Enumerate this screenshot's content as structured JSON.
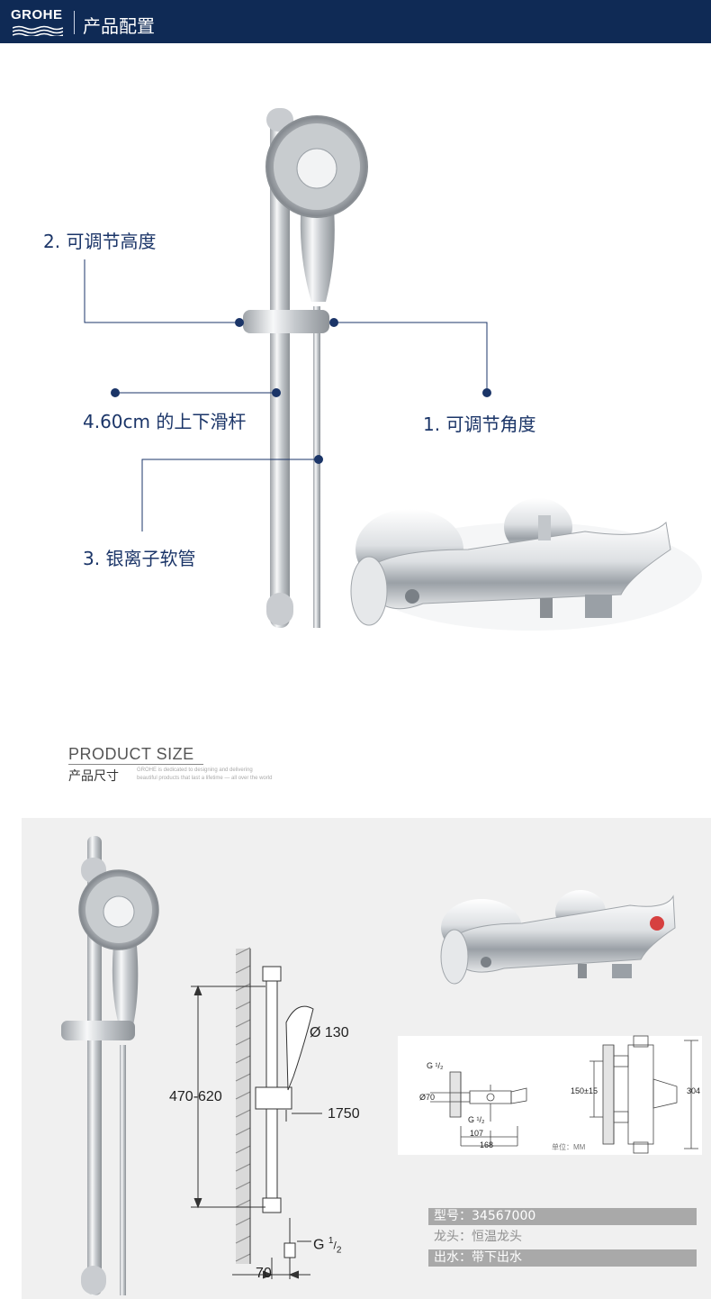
{
  "header": {
    "brand": "GROHE",
    "title": "产品配置"
  },
  "callouts": {
    "angle": "1. 可调节角度",
    "height": "2. 可调节高度",
    "rail": "4.60cm 的上下滑杆",
    "hose": "3. 银离子软管"
  },
  "product_size": {
    "title": "PRODUCT SIZE",
    "subtitle": "产品尺寸",
    "tagline_1": "GROHE is dedicated to designing and delivering",
    "tagline_2": "beautiful products that last a lifetime — all over the world"
  },
  "dims_shower": {
    "diameter": "Ø 130",
    "height_range": "470-620",
    "length": "1750",
    "thread_g": "G",
    "thread_num": "1",
    "thread_den": "2",
    "offset": "70"
  },
  "dims_mixer": {
    "thread": "G ¹/₂",
    "dia70": "Ø70",
    "thread_b": "G ¹/₂",
    "d107": "107",
    "d168": "168",
    "d150": "150±15",
    "d304": "304",
    "unit": "单位：MM"
  },
  "specs": {
    "model": "型号：34567000",
    "faucet": "龙头：恒温龙头",
    "outlet": "出水：带下出水"
  },
  "colors": {
    "header_bg": "#0f2a55",
    "accent": "#1b3568",
    "spec_bar": "#a9a9a9"
  }
}
